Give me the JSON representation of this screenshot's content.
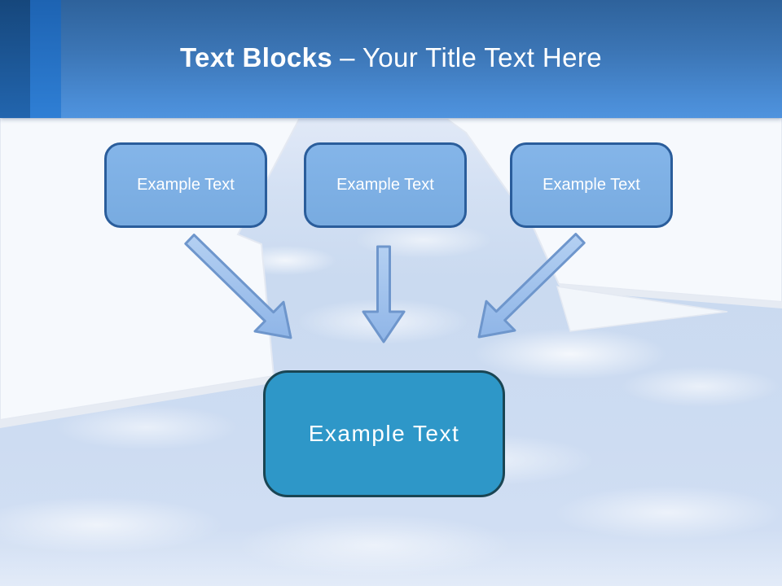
{
  "header": {
    "title_bold": "Text Blocks",
    "title_rest": "– Your Title Text Here"
  },
  "blocks": {
    "top": [
      {
        "label": "Example Text"
      },
      {
        "label": "Example Text"
      },
      {
        "label": "Example Text"
      }
    ],
    "result": {
      "label": "Example Text"
    }
  },
  "connectors": [
    {
      "name": "arrow-left",
      "direction": "down-right"
    },
    {
      "name": "arrow-middle",
      "direction": "down"
    },
    {
      "name": "arrow-right",
      "direction": "down-left"
    }
  ],
  "colors": {
    "header_top": "#2e629b",
    "header_bottom": "#4f93de",
    "stripe_dark": "#16477c",
    "stripe_bright": "#2f7fd5",
    "block_fill": "#7db1e5",
    "block_border": "#2a5d9b",
    "result_fill": "#2e97c8",
    "result_border": "#1a4553",
    "arrow_fill": "#a5c6ef",
    "arrow_border": "#6e96cc",
    "panel_white": "#f6f9fd",
    "sky_blue": "#cadaf0",
    "text": "#ffffff"
  }
}
